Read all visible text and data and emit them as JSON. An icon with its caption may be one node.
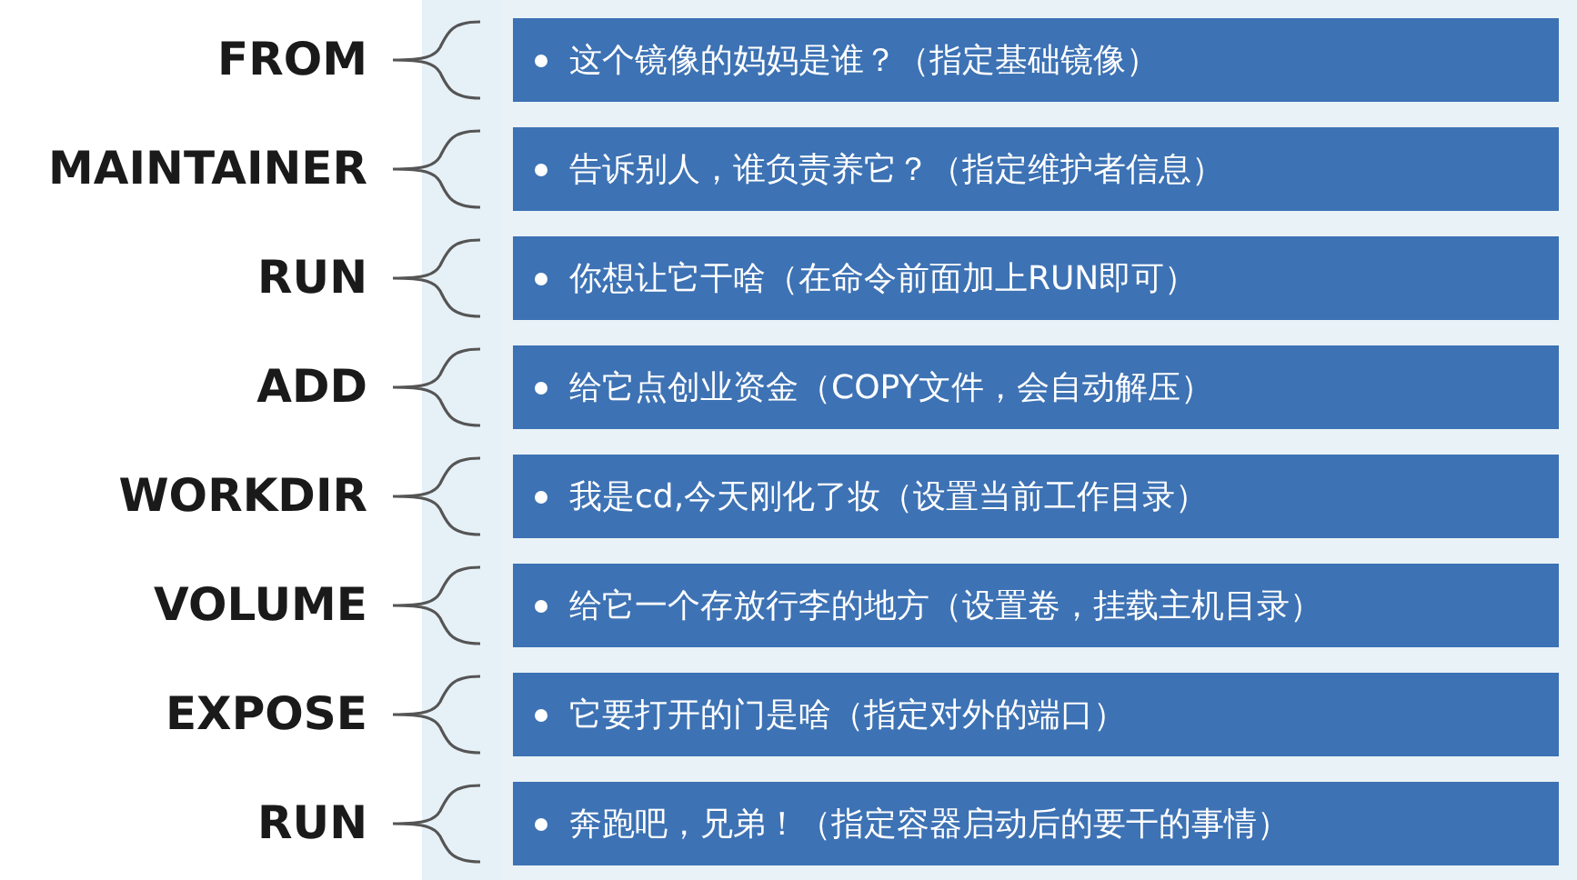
{
  "diagram": {
    "nodes": [
      {
        "text": [
          "这个镜像的妈妈是谁？（指定基础镜像）"
        ],
        "beside": [
          "FROM"
        ]
      },
      {
        "text": [
          "告诉别人，谁负责养它？（指定维护者信息）"
        ],
        "beside": [
          "MAINTAINER"
        ]
      },
      {
        "text": [
          "你想让它干啥（在命令前面加上RUN即可）"
        ],
        "beside": [
          "RUN"
        ]
      },
      {
        "text": [
          "给它点创业资金（COPY文件，会自动解压）"
        ],
        "beside": [
          "ADD"
        ]
      },
      {
        "text": [
          "我是cd,今天刚化了妆（设置当前工作目录）"
        ],
        "beside": [
          "WORKDIR"
        ]
      },
      {
        "text": [
          "给它一个存放行李的地方（设置卷，挂载主机目录）"
        ],
        "beside": [
          "VOLUME"
        ]
      },
      {
        "text": [
          "它要打开的门是啥（指定对外的端口）"
        ],
        "beside": [
          "EXPOSE"
        ]
      },
      {
        "text": [
          "奔跑吧，兄弟！（指定容器启动后的要干的事情）"
        ],
        "beside": [
          "RUN"
        ]
      }
    ]
  }
}
